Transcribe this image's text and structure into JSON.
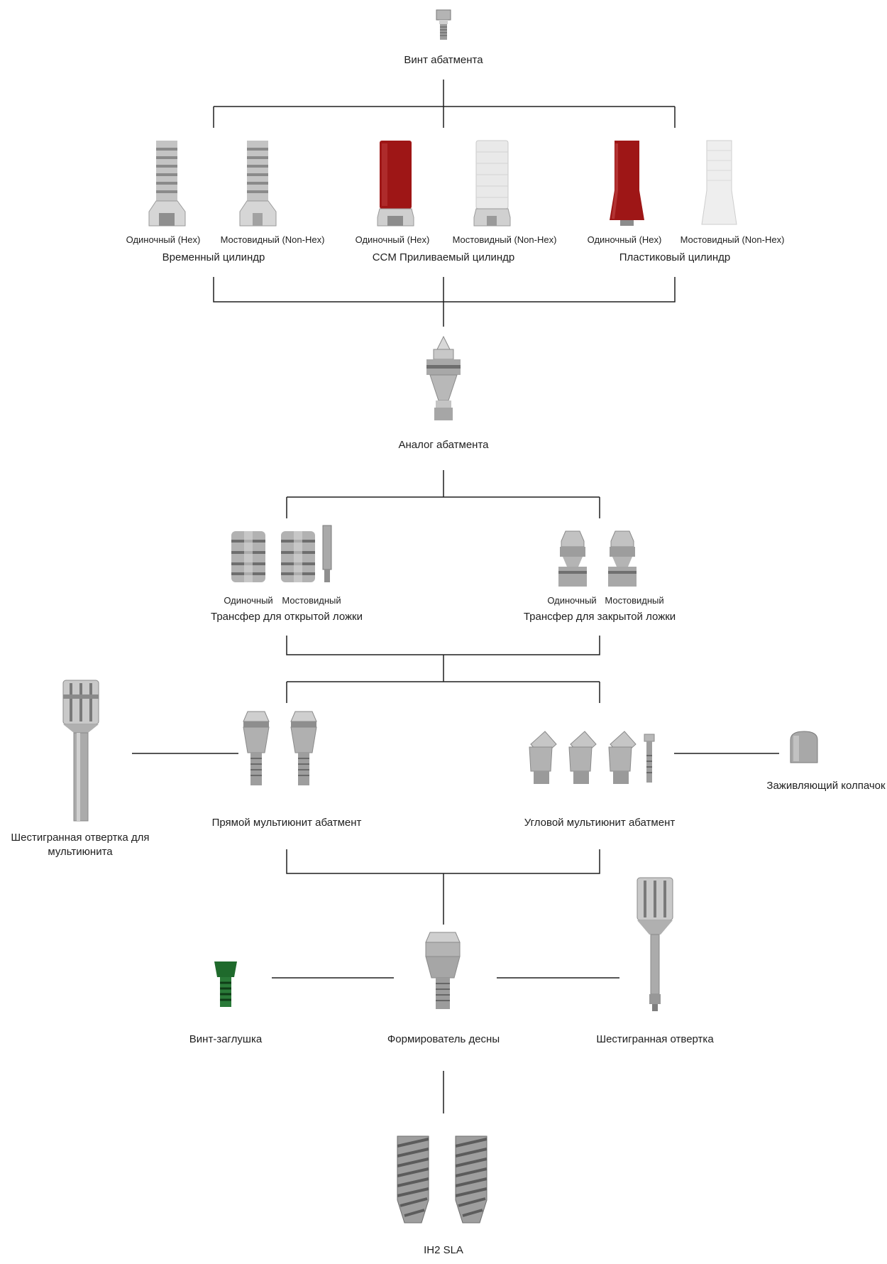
{
  "colors": {
    "metal_light": "#e4e4e4",
    "metal_mid": "#b4b4b4",
    "metal_dark": "#6e6e6e",
    "plastic_red": "#9e1616",
    "plastic_white": "#e9e9e9",
    "cover_green": "#1f6a2c",
    "line": "#1e1e1e"
  },
  "diagram": {
    "abutment_screw": "Винт абатмента",
    "cylinders": [
      {
        "title": "Временный цилиндр",
        "hex": "Одиночный (Hex)",
        "non_hex": "Мостовидный (Non-Hex)"
      },
      {
        "title": "CCM Приливаемый цилиндр",
        "hex": "Одиночный (Hex)",
        "non_hex": "Мостовидный (Non-Hex)"
      },
      {
        "title": "Пластиковый цилиндр",
        "hex": "Одиночный (Hex)",
        "non_hex": "Мостовидный (Non-Hex)"
      }
    ],
    "abutment_analog": "Аналог абатмента",
    "transfers": [
      {
        "title": "Трансфер для открытой ложки",
        "single": "Одиночный",
        "bridge": "Мостовидный"
      },
      {
        "title": "Трансфер для закрытой ложки",
        "single": "Одиночный",
        "bridge": "Мостовидный"
      }
    ],
    "multiunit_driver": "Шестигранная отвертка для мультиюнита",
    "straight_multiunit": "Прямой мультиюнит абатмент",
    "angled_multiunit": "Угловой мультиюнит абатмент",
    "healing_cap": "Заживляющий колпачок",
    "cover_screw": "Винт-заглушка",
    "healing_abutment": "Формирователь десны",
    "hex_driver": "Шестигранная отвертка",
    "implant": "IH2 SLA"
  }
}
